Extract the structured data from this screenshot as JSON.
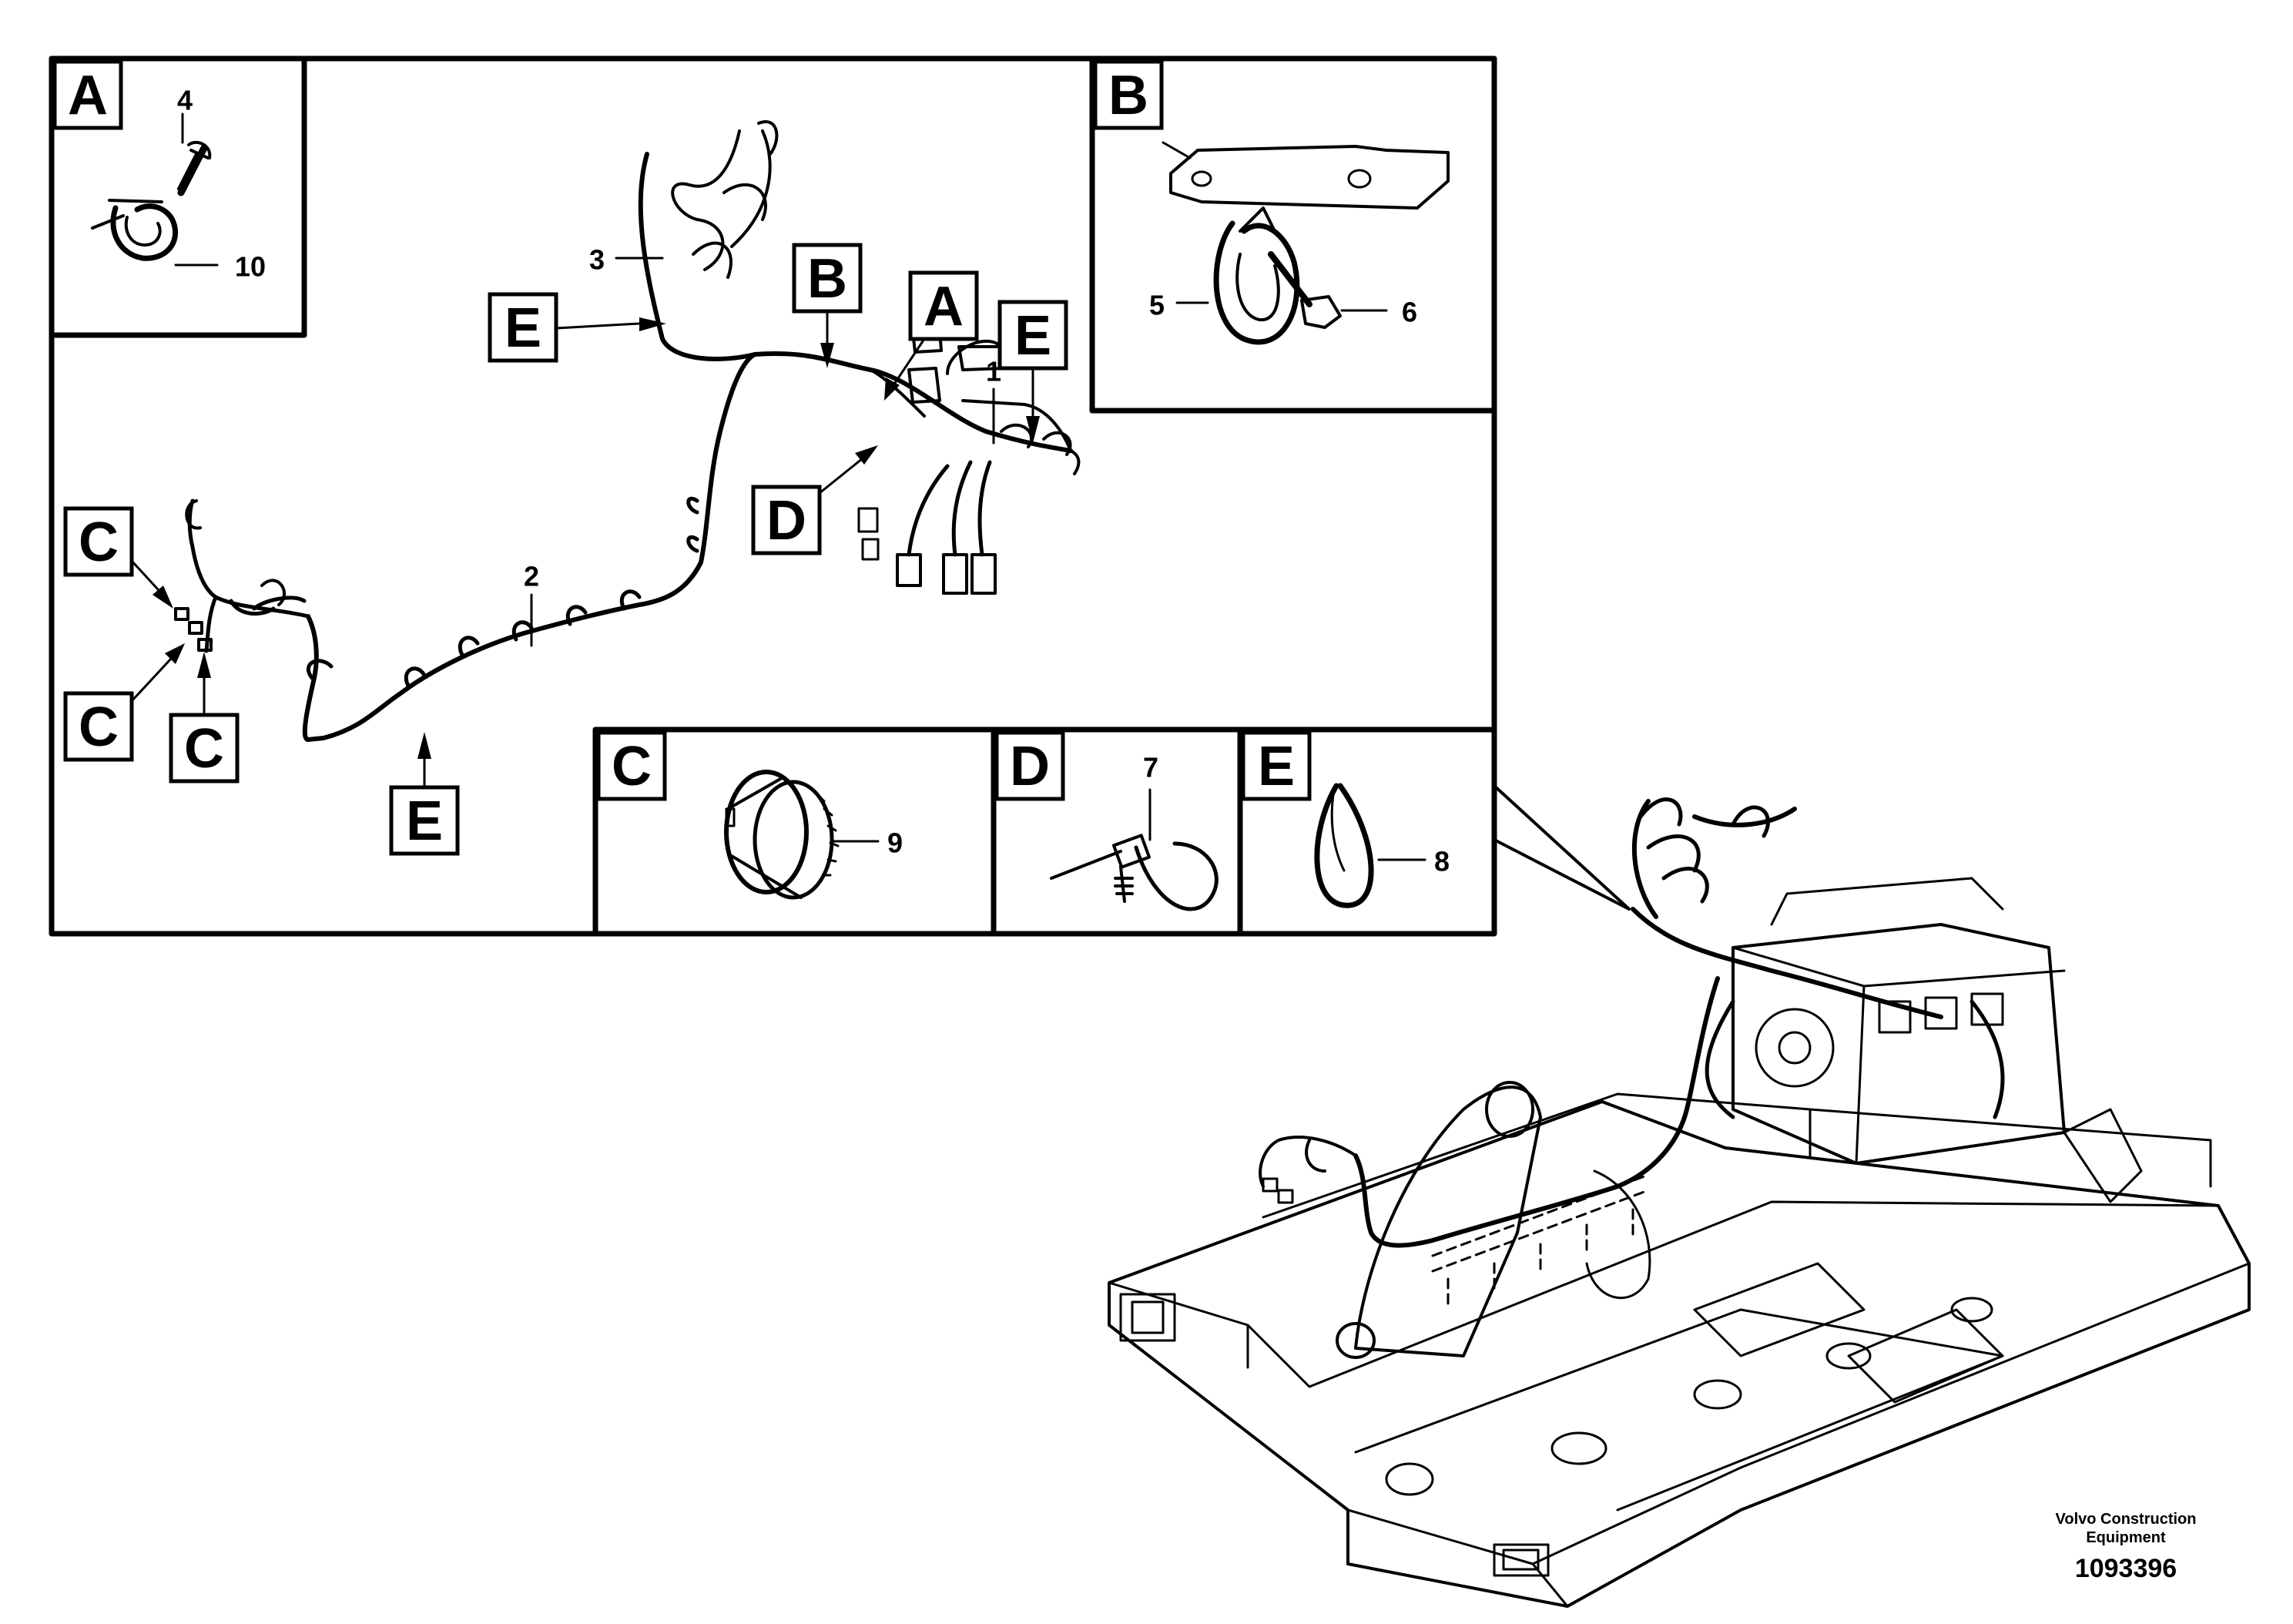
{
  "callouts": {
    "A": "A",
    "B": "B",
    "C": "C",
    "D": "D",
    "E": "E"
  },
  "parts": {
    "p1": "1",
    "p2": "2",
    "p3": "3",
    "p4": "4",
    "p5": "5",
    "p6": "6",
    "p7": "7",
    "p8": "8",
    "p9": "9",
    "p10": "10"
  },
  "brand": {
    "name": "Volvo Construction\nEquipment",
    "drawing_number": "1093396"
  }
}
